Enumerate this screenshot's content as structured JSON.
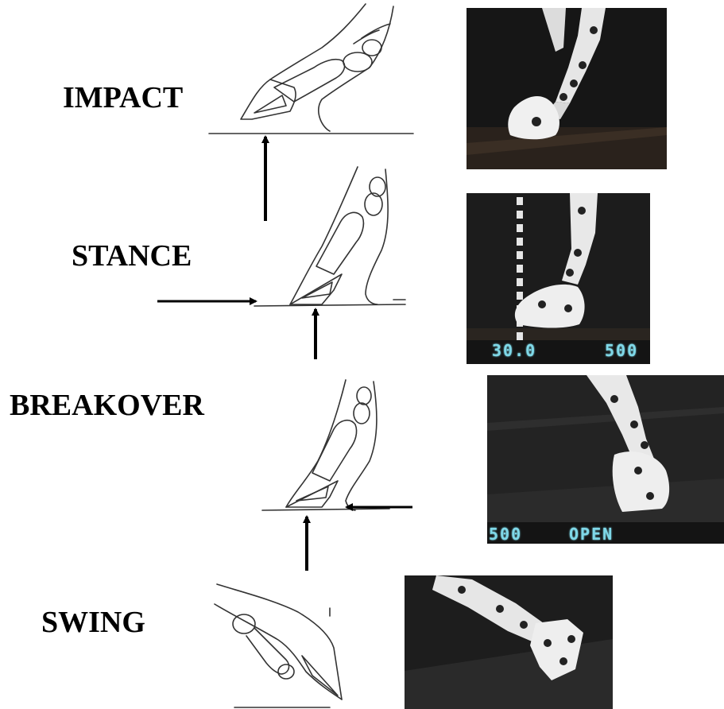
{
  "phases": {
    "impact": {
      "label": "IMPACT"
    },
    "stance": {
      "label": "STANCE"
    },
    "breakover": {
      "label": "BREAKOVER"
    },
    "swing": {
      "label": "SWING"
    }
  },
  "video_overlay": {
    "stance_left": "30.0",
    "stance_right": "500",
    "breakover_left": "500",
    "breakover_right": "OPEN"
  },
  "colors": {
    "text": "#000000",
    "arrow": "#000000",
    "line_art": "#333333",
    "photo_background": "#141414",
    "marker_white": "#eeeeee",
    "osd_text": "#7fd8e8"
  },
  "icons": {
    "up_arrow": "arrow-up-icon",
    "right_arrow": "arrow-right-icon",
    "left_arrow": "arrow-left-icon"
  }
}
